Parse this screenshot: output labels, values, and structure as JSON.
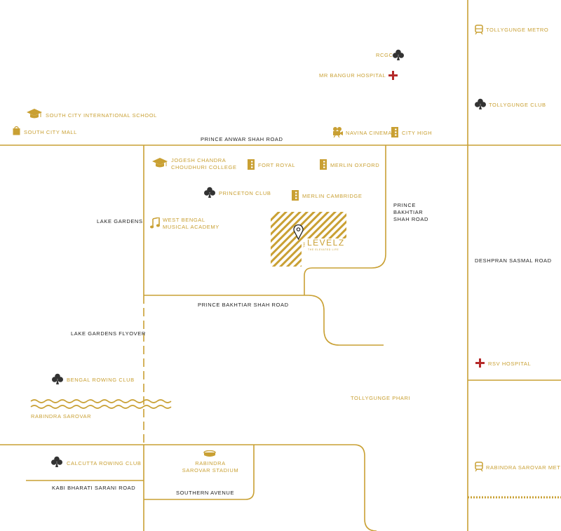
{
  "colors": {
    "road_line": "#c9a033",
    "place_text": "#c9a033",
    "road_text": "#222222",
    "club_icon": "#333333",
    "hospital_icon": "#b52a2a"
  },
  "roads": {
    "prince_anwar_shah": "PRINCE ANWAR SHAH ROAD",
    "lake_gardens": "LAKE GARDENS",
    "prince_bakhtiar_shah_vertical": [
      "PRINCE",
      "BAKHTIAR",
      "SHAH ROAD"
    ],
    "deshpran_sasmal": "DESHPRAN SASMAL ROAD",
    "prince_bakhtiar_shah": "PRINCE BAKHTIAR SHAH ROAD",
    "lake_gardens_flyover": "LAKE GARDENS FLYOVER",
    "kabi_bharati_sarani": "KABI BHARATI SARANI ROAD",
    "southern_avenue": "SOUTHERN AVENUE"
  },
  "places": {
    "tollygunge_metro": {
      "label": "TOLLYGUNGE METRO",
      "icon": "metro-icon"
    },
    "rcgc": {
      "label": "RCGC",
      "icon": "club-icon"
    },
    "mr_bangur_hospital": {
      "label": "MR BANGUR HOSPITAL",
      "icon": "hospital-icon"
    },
    "tollygunge_club": {
      "label": "TOLLYGUNGE CLUB",
      "icon": "club-icon"
    },
    "south_city_school": {
      "label": "SOUTH CITY INTERNATIONAL SCHOOL",
      "icon": "school-icon"
    },
    "south_city_mall": {
      "label": "SOUTH CITY MALL",
      "icon": "shopping-bag-icon"
    },
    "navina_cinema": {
      "label": "NAVINA CINEMA",
      "icon": "cinema-icon"
    },
    "city_high": {
      "label": "CITY HIGH",
      "icon": "building-icon"
    },
    "jogesh_college": {
      "lines": [
        "JOGESH CHANDRA",
        "CHOUDHURI COLLEGE"
      ],
      "icon": "school-icon"
    },
    "fort_royal": {
      "label": "FORT ROYAL",
      "icon": "building-icon"
    },
    "merlin_oxford": {
      "label": "MERLIN OXFORD",
      "icon": "building-icon"
    },
    "princeton_club": {
      "label": "PRINCETON CLUB",
      "icon": "club-icon"
    },
    "merlin_cambridge": {
      "label": "MERLIN CAMBRIDGE",
      "icon": "building-icon"
    },
    "wb_music_academy": {
      "lines": [
        "WEST BENGAL",
        "MUSICAL ACADEMY"
      ],
      "icon": "music-icon"
    },
    "rsv_hospital": {
      "label": "RSV HOSPITAL",
      "icon": "hospital-icon"
    },
    "bengal_rowing_club": {
      "label": "BENGAL ROWING CLUB",
      "icon": "club-icon"
    },
    "tollygunge_phari": {
      "label": "TOLLYGUNGE PHARI"
    },
    "rabindra_sarovar": {
      "label": "RABINDRA SAROVAR",
      "icon": "lake-waves-icon"
    },
    "calcutta_rowing_club": {
      "label": "CALCUTTA ROWING CLUB",
      "icon": "club-icon"
    },
    "rabindra_stadium": {
      "lines": [
        "RABINDRA",
        "SAROVAR STADIUM"
      ],
      "icon": "stadium-icon"
    },
    "rabindra_sarovar_metro": {
      "label": "RABINDRA SAROVAR METRO",
      "icon": "metro-icon"
    }
  },
  "project": {
    "name": "LEVELZ",
    "prefix": "THE",
    "tagline": "THE ELEVATED LIFE",
    "icon": "location-pin-icon"
  }
}
